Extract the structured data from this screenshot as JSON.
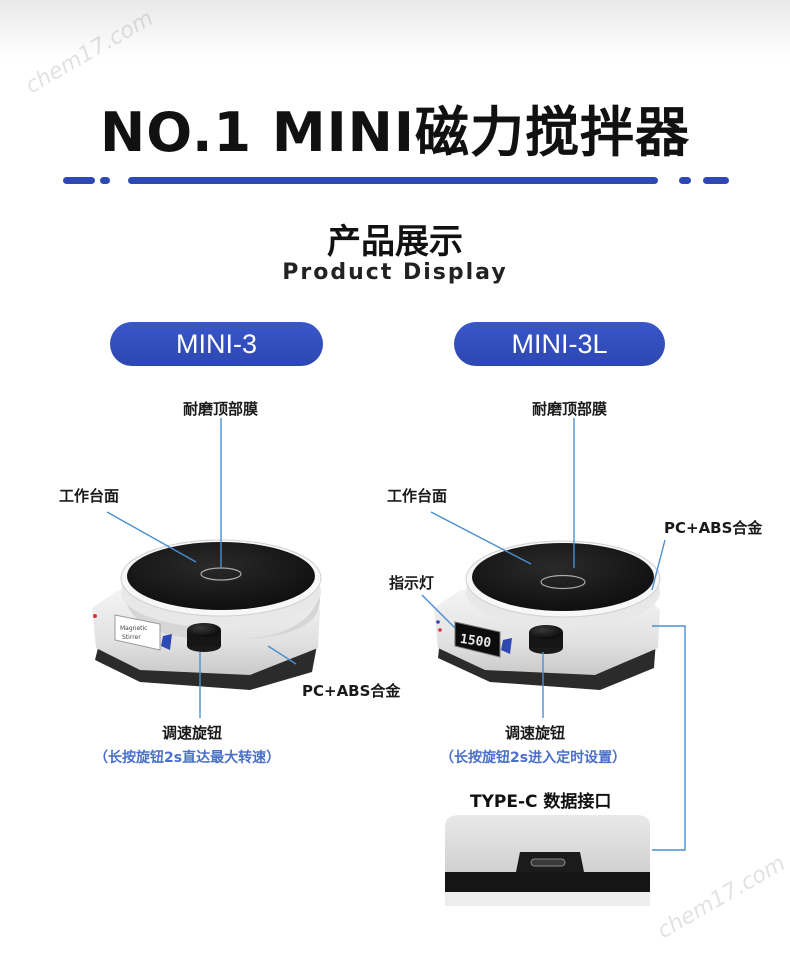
{
  "watermark": "chem17.com",
  "header": {
    "title": "NO.1 MINI磁力搅拌器",
    "section_title": "产品展示",
    "section_subtitle": "Product Display"
  },
  "colors": {
    "accent": "#2f49b4",
    "note": "#4a70c8",
    "callout_line": "#4a8fd0"
  },
  "models": [
    {
      "name": "MINI-3",
      "labels": {
        "top_film": "耐磨顶部膜",
        "work_surface": "工作台面",
        "material": "PC+ABS合金",
        "knob": "调速旋钮",
        "knob_note": "（长按旋钮2s直达最大转速）"
      },
      "panel_text": "Magnetic Stirrer"
    },
    {
      "name": "MINI-3L",
      "labels": {
        "top_film": "耐磨顶部膜",
        "work_surface": "工作台面",
        "material": "PC+ABS合金",
        "indicator": "指示灯",
        "knob": "调速旋钮",
        "knob_note": "（长按旋钮2s进入定时设置）",
        "port": "TYPE-C 数据接口"
      },
      "display_value": "1500"
    }
  ]
}
